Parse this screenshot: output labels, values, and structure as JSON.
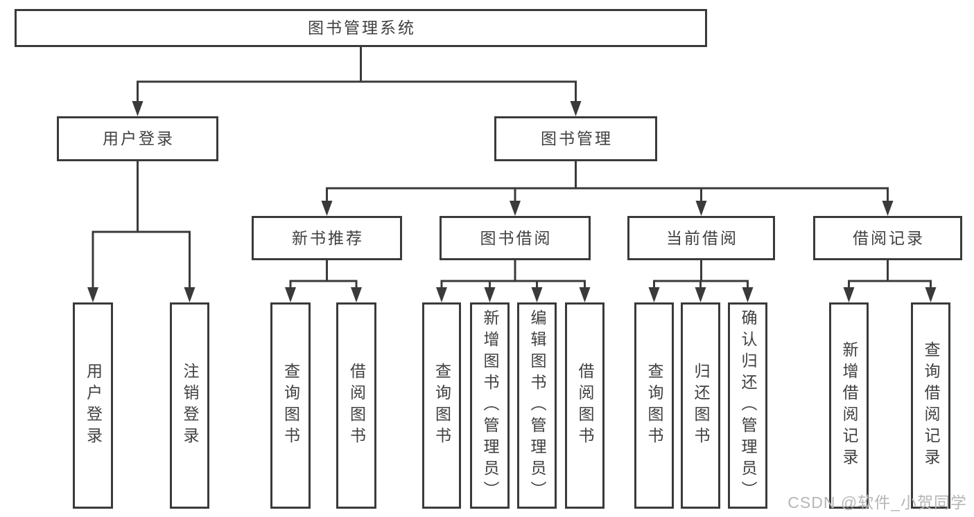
{
  "diagram_type": "hierarchical-function-structure-tree",
  "colors": {
    "line": "#3a3a3a",
    "box_border": "#3a3a3a",
    "text": "#404040",
    "watermark": "#b6b6b6",
    "background": "#ffffff"
  },
  "nodes": {
    "root": {
      "label": "图书管理系统"
    },
    "user_login": {
      "label": "用户登录"
    },
    "book_management": {
      "label": "图书管理"
    },
    "new_book_recommend": {
      "label": "新书推荐"
    },
    "book_borrowing": {
      "label": "图书借阅"
    },
    "current_borrowing": {
      "label": "当前借阅"
    },
    "borrowing_records": {
      "label": "借阅记录"
    },
    "leaf_user_login": {
      "label": "用户登录"
    },
    "leaf_logout": {
      "label": "注销登录"
    },
    "leaf_query_books_1": {
      "label": "查询图书"
    },
    "leaf_borrow_books_1": {
      "label": "借阅图书"
    },
    "leaf_query_books_2": {
      "label": "查询图书"
    },
    "leaf_add_books": {
      "label": "新增图书（管理员）"
    },
    "leaf_edit_books": {
      "label": "编辑图书（管理员）"
    },
    "leaf_borrow_books_2": {
      "label": "借阅图书"
    },
    "leaf_query_books_3": {
      "label": "查询图书"
    },
    "leaf_return_books": {
      "label": "归还图书"
    },
    "leaf_confirm_return": {
      "label": "确认归还（管理员）"
    },
    "leaf_add_borrow_record": {
      "label": "新增借阅记录"
    },
    "leaf_query_borrow_record": {
      "label": "查询借阅记录"
    }
  },
  "hierarchy": {
    "图书管理系统": {
      "用户登录": [
        "用户登录",
        "注销登录"
      ],
      "图书管理": {
        "新书推荐": [
          "查询图书",
          "借阅图书"
        ],
        "图书借阅": [
          "查询图书",
          "新增图书（管理员）",
          "编辑图书（管理员）",
          "借阅图书"
        ],
        "当前借阅": [
          "查询图书",
          "归还图书",
          "确认归还（管理员）"
        ],
        "借阅记录": [
          "新增借阅记录",
          "查询借阅记录"
        ]
      }
    }
  },
  "watermark": {
    "text": "CSDN @软件_小贺同学"
  }
}
